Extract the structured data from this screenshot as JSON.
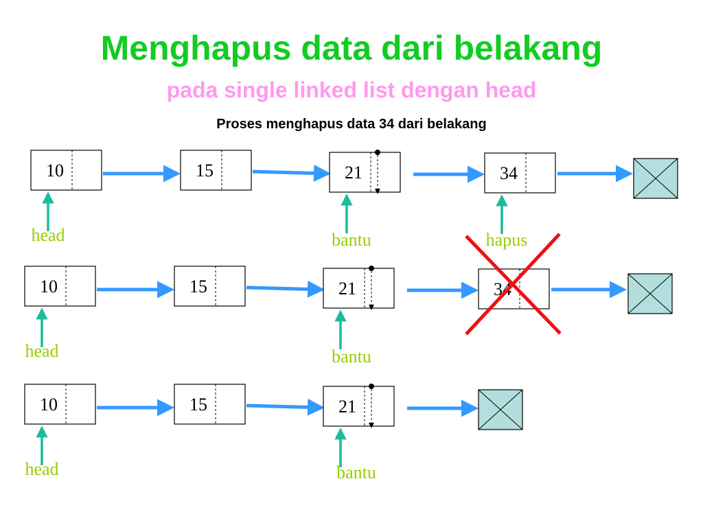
{
  "slide": {
    "title": "Menghapus data dari belakang",
    "subtitle": "pada single linked list dengan head",
    "caption": "Proses menghapus data 34 dari belakang"
  },
  "colors": {
    "title": "#11cc22",
    "subtitle": "#ff99ee",
    "link_arrow": "#3399ff",
    "pointer_arrow": "#1abc9c",
    "pointer_label": "#99cc00",
    "null_fill": "#b3dede",
    "delete_mark": "#ee1111"
  },
  "rows": [
    {
      "step": 1,
      "nodes": [
        "10",
        "15",
        "21",
        "34"
      ],
      "ends_with_null": true,
      "pointers": [
        {
          "label": "head",
          "target": "10"
        },
        {
          "label": "bantu",
          "target": "21"
        },
        {
          "label": "hapus",
          "target": "34"
        }
      ],
      "deleted_node": null
    },
    {
      "step": 2,
      "nodes": [
        "10",
        "15",
        "21",
        "34"
      ],
      "ends_with_null": true,
      "pointers": [
        {
          "label": "head",
          "target": "10"
        },
        {
          "label": "bantu",
          "target": "21"
        }
      ],
      "deleted_node": "34"
    },
    {
      "step": 3,
      "nodes": [
        "10",
        "15",
        "21"
      ],
      "ends_with_null": true,
      "pointers": [
        {
          "label": "head",
          "target": "10"
        },
        {
          "label": "bantu",
          "target": "21"
        }
      ],
      "deleted_node": null
    }
  ]
}
